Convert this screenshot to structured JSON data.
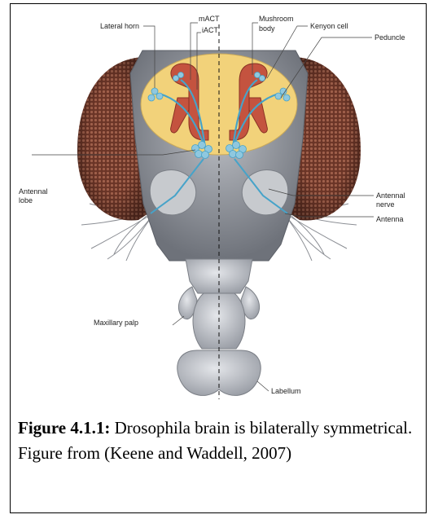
{
  "figure": {
    "labels": {
      "lateral_horn": "Lateral horn",
      "mact": "mACT",
      "iact": "iACT",
      "mushroom_body_line1": "Mushroom",
      "mushroom_body_line2": "body",
      "kenyon_cell": "Kenyon cell",
      "peduncle": "Peduncle",
      "antennal_lobe_line1": "Antennal",
      "antennal_lobe_line2": "lobe",
      "antennal_nerve_line1": "Antennal",
      "antennal_nerve_line2": "nerve",
      "antenna": "Antenna",
      "maxillary_palp": "Maxillary palp",
      "labellum": "Labellum"
    },
    "colors": {
      "eye": "#7a4030",
      "head": "#8e9299",
      "brain": "#f2d27a",
      "mushroom_body": "#c4533f",
      "tract": "#46a3c9",
      "lobe_glomeruli": "#8fc8df"
    }
  },
  "caption": {
    "label": "Figure 4.1.1:",
    "text": " Drosophila brain is bilaterally symmetrical. Figure from (Keene and Waddell, 2007)"
  }
}
